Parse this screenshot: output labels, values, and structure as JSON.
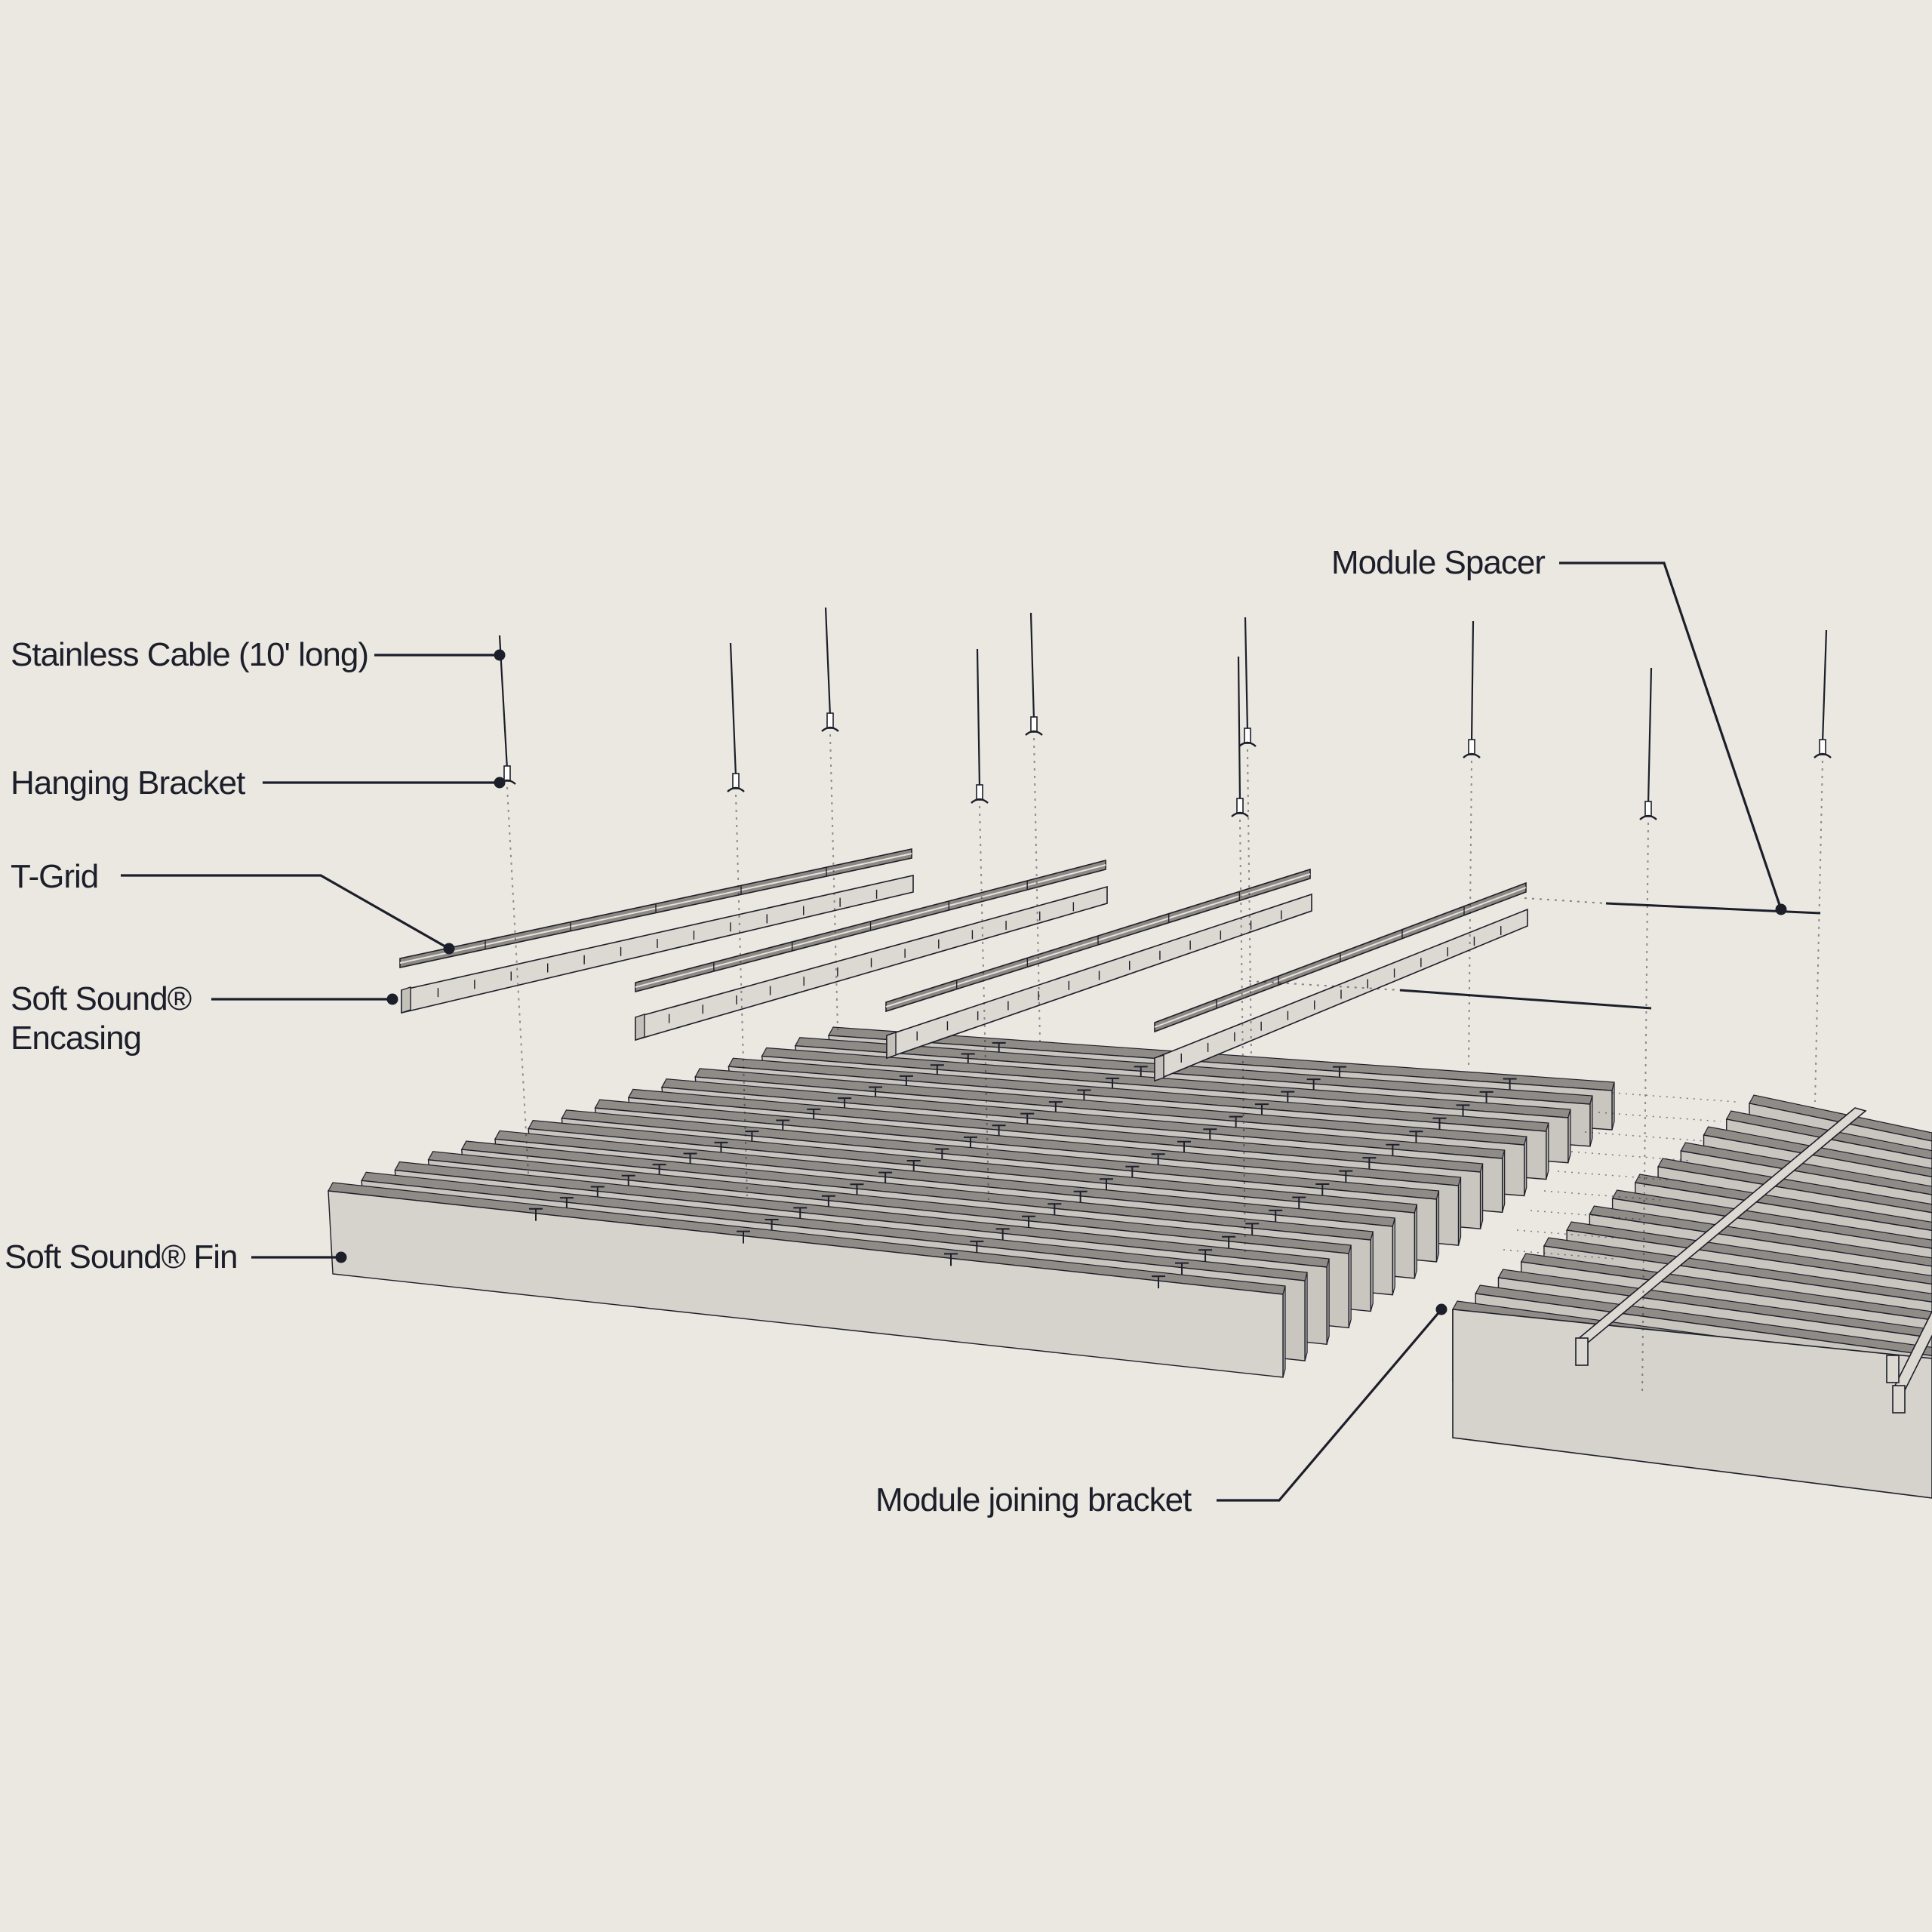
{
  "labels": {
    "stainless_cable": "Stainless Cable (10' long)",
    "hanging_bracket": "Hanging Bracket",
    "t_grid": "T-Grid",
    "encasing_line1": "Soft Sound®",
    "encasing_line2": "Encasing",
    "fin": "Soft Sound® Fin",
    "module_spacer": "Module Spacer",
    "module_joining_bracket": "Module joining bracket"
  },
  "colors": {
    "background": "#ebe7e1",
    "ink": "#1c1f2a",
    "fin_face": "#d6d2cc",
    "fin_top": "#8f8b86",
    "fin_side": "#b4b0aa",
    "rail_light": "#dcd8d2",
    "rail_dark": "#8c8883"
  }
}
